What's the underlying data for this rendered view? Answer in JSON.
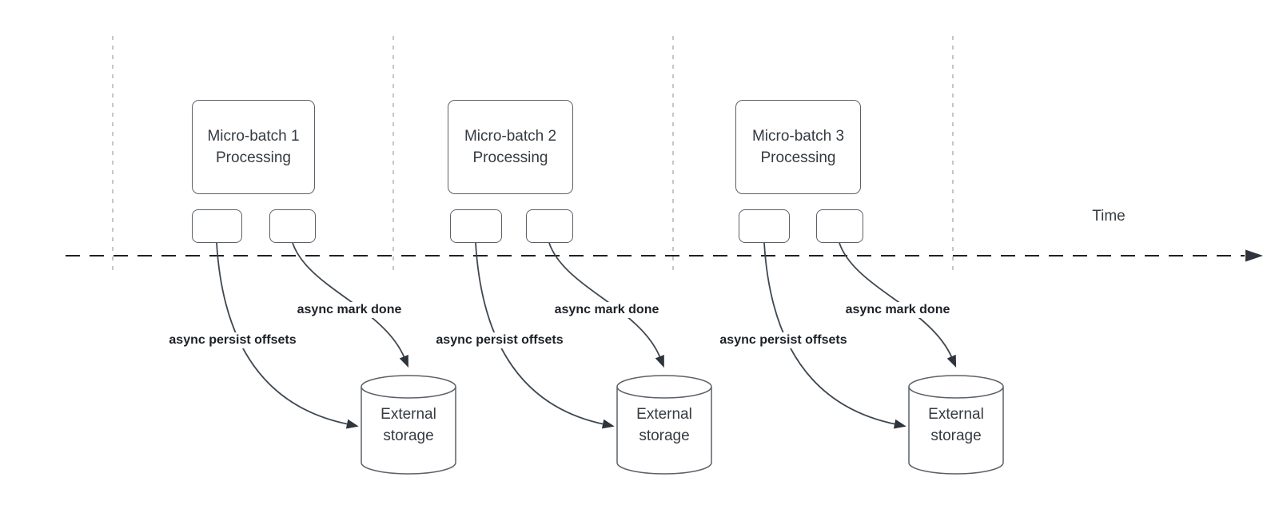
{
  "diagram": {
    "time_axis": {
      "label": "Time"
    },
    "batches": [
      {
        "title_line1": "Micro-batch 1",
        "title_line2": "Processing",
        "persist_arrow_label": "async persist offsets",
        "done_arrow_label": "async mark done",
        "storage_line1": "External",
        "storage_line2": "storage"
      },
      {
        "title_line1": "Micro-batch 2",
        "title_line2": "Processing",
        "persist_arrow_label": "async persist offsets",
        "done_arrow_label": "async mark done",
        "storage_line1": "External",
        "storage_line2": "storage"
      },
      {
        "title_line1": "Micro-batch 3",
        "title_line2": "Processing",
        "persist_arrow_label": "async persist offsets",
        "done_arrow_label": "async mark done",
        "storage_line1": "External",
        "storage_line2": "storage"
      }
    ],
    "colors": {
      "shape_stroke": "#5a6168",
      "flow_stroke": "#3e4751",
      "arrow_fill": "#2e343c",
      "guide_line": "#b0b3b6",
      "timeline": "#1e2126",
      "shape_text": "#343b42",
      "label_text": "#1c2128",
      "background": "#ffffff"
    }
  }
}
